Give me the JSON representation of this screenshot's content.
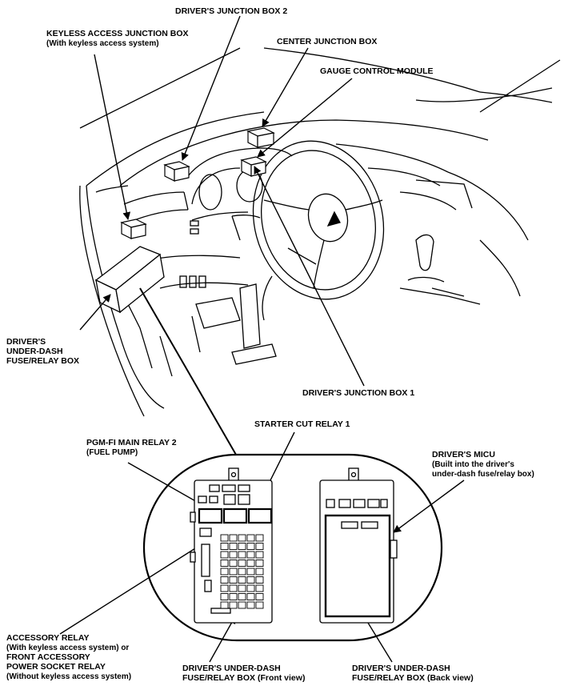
{
  "labels": {
    "drivers_junction_box_2": "DRIVER'S JUNCTION BOX 2",
    "keyless_access_junction_box": "KEYLESS ACCESS JUNCTION BOX",
    "keyless_access_junction_box_note": "(With keyless access system)",
    "center_junction_box": "CENTER JUNCTION BOX",
    "gauge_control_module": "GAUGE CONTROL MODULE",
    "drivers_under_dash_box_line1": "DRIVER'S",
    "drivers_under_dash_box_line2": "UNDER-DASH",
    "drivers_under_dash_box_line3": "FUSE/RELAY BOX",
    "drivers_junction_box_1": "DRIVER'S JUNCTION BOX 1",
    "starter_cut_relay_1": "STARTER CUT RELAY 1",
    "pgm_fi_main_relay_2": "PGM-FI MAIN RELAY 2",
    "pgm_fi_main_relay_2_note": "(FUEL PUMP)",
    "drivers_micu": "DRIVER'S MICU",
    "drivers_micu_note1": "(Built into the driver's",
    "drivers_micu_note2": "under-dash fuse/relay box)",
    "accessory_relay_line1": "ACCESSORY RELAY",
    "accessory_relay_line2": "(With keyless access system) or",
    "accessory_relay_line3": "FRONT ACCESSORY",
    "accessory_relay_line4": "POWER SOCKET RELAY",
    "accessory_relay_line5": "(Without keyless access system)",
    "front_view_line1": "DRIVER'S UNDER-DASH",
    "front_view_line2": "FUSE/RELAY BOX (Front view)",
    "back_view_line1": "DRIVER'S UNDER-DASH",
    "back_view_line2": "FUSE/RELAY BOX (Back view)"
  }
}
